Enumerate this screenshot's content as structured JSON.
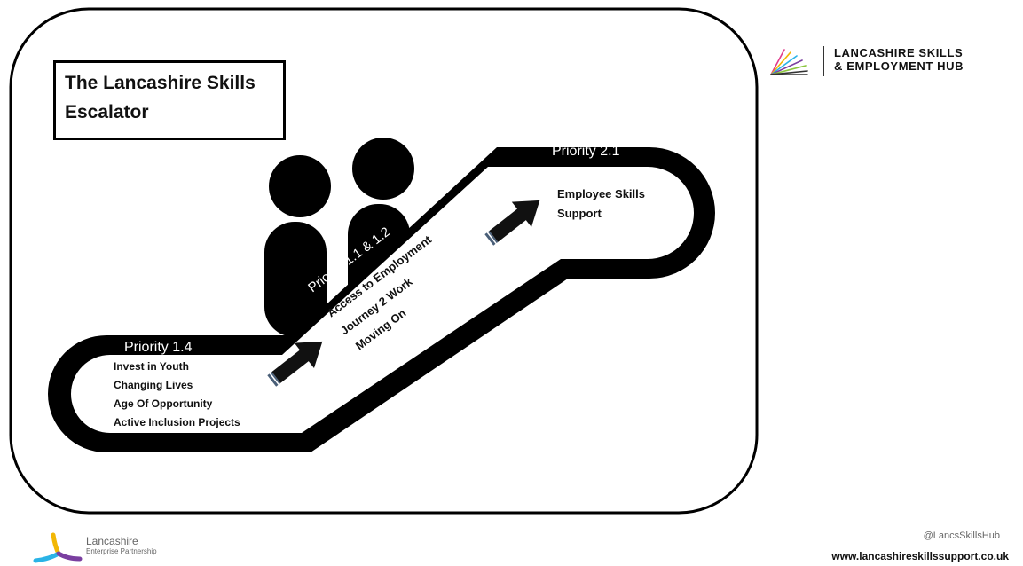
{
  "title": {
    "line1": "The Lancashire Skills",
    "line2": "Escalator"
  },
  "stages": {
    "start": {
      "priority": "Priority 1.4",
      "items": [
        "Invest in Youth",
        "Changing Lives",
        "Age Of Opportunity",
        "Active Inclusion Projects"
      ]
    },
    "middle": {
      "priority": "Priority 1.1 & 1.2",
      "items": [
        "Access to Employment",
        "Journey 2 Work",
        "Moving On"
      ]
    },
    "top": {
      "priority": "Priority 2.1",
      "items": [
        "Employee Skills",
        "Support"
      ]
    }
  },
  "branding": {
    "hub_line1": "LANCASHIRE SKILLS",
    "hub_line2": "& EMPLOYMENT HUB",
    "lep_name": "Lancashire",
    "lep_sub": "Enterprise Partnership",
    "handle": "@LancsSkillsHub",
    "website": "www.lancashireskillssupport.co.uk"
  },
  "colors": {
    "escalator": "#000000",
    "arrow_fill": "#111111",
    "arrow_tail": "#4a5f78",
    "text": "#111111",
    "lep_logo": [
      "#f2b705",
      "#2ab3e6",
      "#7a3fa0"
    ]
  }
}
